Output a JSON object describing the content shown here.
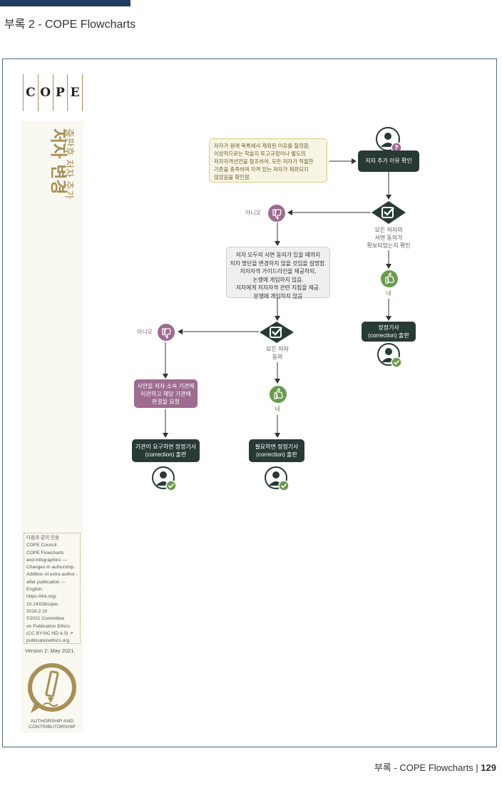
{
  "header": {
    "title": "부록 2 - COPE Flowcharts"
  },
  "footer": {
    "text": "부록 - COPE Flowcharts | ",
    "page_number": "129"
  },
  "sidebar": {
    "logo_letters": [
      "C",
      "O",
      "P",
      "E"
    ],
    "title_main": "저자 변경",
    "title_sub": "출판후 저자 추가",
    "citation_lines": [
      "다음과 같이 인용",
      "COPE Council.",
      "COPE Flowcharts",
      "and infographics —",
      "Changes in authorship.",
      "Addition of extra author —",
      "after publication —",
      "English.",
      "https://doi.org/",
      "10.24318/cope.",
      "2019.2.10",
      "©2021 Committee",
      "on Publication Ethics",
      "(CC BY-NC-ND 4.0) ↗",
      "publicationethics.org"
    ],
    "version": "Version 2: May 2021.",
    "badge_lines": [
      "AUTHORSHIP AND",
      "CONTRIBUTORSHIP"
    ]
  },
  "flow": {
    "note_lines": [
      "저자가 원래 목록에서 제외된 이유를 질의함.",
      "이상적으로는 학술지 투고규정이나 별도의",
      "저자자격선언을 참조하여, 모든 저자가 적절한",
      "기준을 충족하며 자격 있는 저자가 제외되지",
      "않았음을 확인함."
    ],
    "step1": "저자 추가 이유 확인",
    "decision1_lines": [
      "모든 저자의",
      "서면 동의가",
      "확보되었는지 확인"
    ],
    "no_label": "아니오",
    "yes_label": "네",
    "gray_lines": [
      "저자 모두의 서면 동의가 있을 때까지",
      "저자 명단을 변경하지 않을 것임을 설명함.",
      "저자자격 가이드라인을 제공하되,",
      "논쟁에 개입하지 않음.",
      "저자에게 저자자격 관련 지침을 제공.",
      "분쟁에 개입하지 않음"
    ],
    "correction_right_lines": [
      "정정기사",
      "(correction) 출판"
    ],
    "decision2_lines": [
      "모든 저자",
      "동의"
    ],
    "purple_lines": [
      "사안을 저자 소속 기관에",
      "이관하고 해당 기관에",
      "판결을 요청"
    ],
    "final_left_lines": [
      "기관이 요구하면 정정기사",
      "(correction) 출판"
    ],
    "final_mid_lines": [
      "필요하면 정정기사",
      "(correction) 출판"
    ]
  },
  "colors": {
    "dark": "#283a36",
    "purple": "#9d6c8e",
    "green": "#6a9b4a",
    "gold": "#a88f55",
    "navy": "#1f3c63"
  }
}
